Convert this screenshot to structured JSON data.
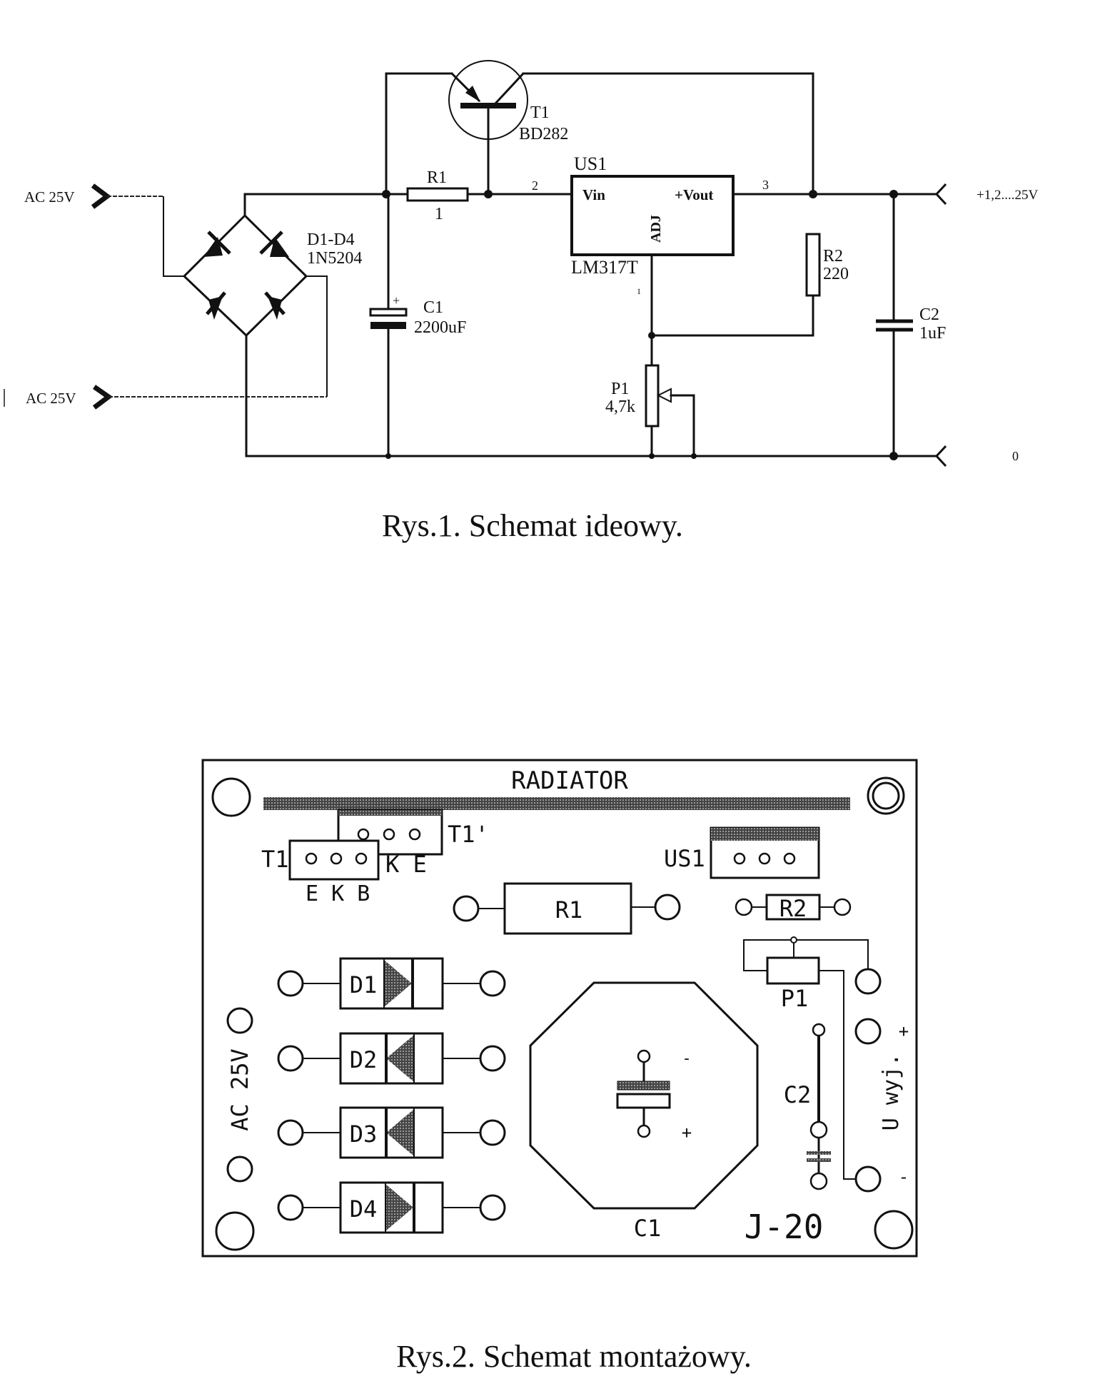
{
  "schematic": {
    "inputs": {
      "ac_top": "AC 25V",
      "ac_bottom": "AC 25V"
    },
    "transistor": {
      "ref": "T1",
      "part": "BD282"
    },
    "resistor_r1": {
      "ref": "R1",
      "value": "1"
    },
    "bridge": {
      "ref": "D1-D4",
      "part": "1N5204"
    },
    "capacitor_c1": {
      "ref": "C1",
      "value": "2200uF",
      "polarity": "+"
    },
    "regulator": {
      "ref": "US1",
      "part": "LM317T",
      "pin_vin": "Vin",
      "pin_vout": "+Vout",
      "pin_adj": "ADJ",
      "net_in": "2",
      "net_out": "3",
      "net_adj": "1"
    },
    "resistor_r2": {
      "ref": "R2",
      "value": "220"
    },
    "potentiometer": {
      "ref": "P1",
      "value": "4,7k"
    },
    "capacitor_c2": {
      "ref": "C2",
      "value": "1uF"
    },
    "outputs": {
      "positive": "+1,2....25V",
      "ground": "0"
    },
    "caption": "Rys.1. Schemat ideowy."
  },
  "pcb": {
    "radiator_label": "RADIATOR",
    "t1_label": "T1",
    "t1_pins": "E K B",
    "t1_alt_label": "T1'",
    "t1_alt_pins": "K E",
    "us1_label": "US1",
    "r1_label": "R1",
    "r2_label": "R2",
    "p1_label": "P1",
    "diodes": [
      {
        "label": "D1",
        "direction": "right"
      },
      {
        "label": "D2",
        "direction": "left"
      },
      {
        "label": "D3",
        "direction": "left"
      },
      {
        "label": "D4",
        "direction": "right"
      }
    ],
    "ac_label": "AC 25V",
    "c1_label": "C1",
    "c1_minus": "-",
    "c1_plus": "+",
    "c2_label": "C2",
    "out_label": "U wyj.",
    "out_plus": "+",
    "out_minus": "-",
    "board_id": "J-20",
    "caption": "Rys.2. Schemat montażowy."
  }
}
